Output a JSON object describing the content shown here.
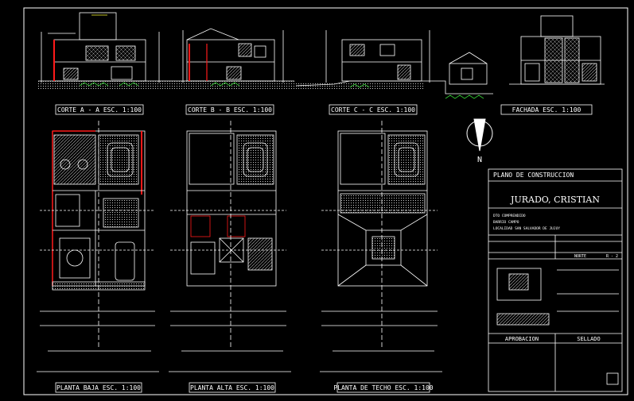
{
  "titles": {
    "corte_a": "CORTE A - A ESC. 1:100",
    "corte_b": "CORTE B - B ESC. 1:100",
    "corte_c": "CORTE C - C ESC. 1:100",
    "fachada": "FACHADA ESC. 1:100",
    "planta_baja": "PLANTA BAJA ESC. 1:100",
    "planta_alta": "PLANTA ALTA ESC. 1:100",
    "planta_techo": "PLANTA DE TECHO ESC. 1:100"
  },
  "north": "N",
  "cartouche": {
    "heading": "PLANO DE CONSTRUCCION",
    "owner": "JURADO, CRISTIAN",
    "lines": [
      "DTO COMPRENDIDO",
      "BARRIO CAMPO",
      "LOCALIDAD SAN SALVADOR DE JUJUY"
    ],
    "aprobacion": "APROBACION",
    "sellado": "SELLADO",
    "lamina": "NORTE",
    "lamina_no": "R - 2"
  },
  "colors": {
    "background": "#000000",
    "lines": "#ffffff",
    "red": "#ff1a1a",
    "green": "#33cc33",
    "yellow": "#ffff33"
  }
}
